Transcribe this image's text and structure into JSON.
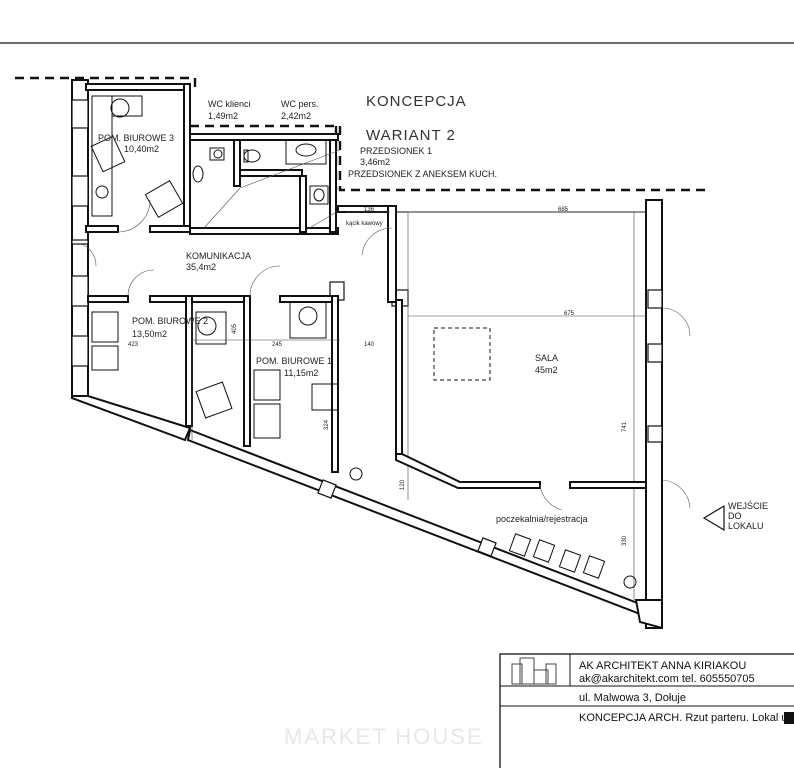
{
  "plan": {
    "title": "KONCEPCJA",
    "variant": "WARIANT  2",
    "rooms": {
      "office3": {
        "name": "POM. BIUROWE 3",
        "area": "10,40m2"
      },
      "wc_clients": {
        "name": "WC klienci",
        "area": "1,49m2"
      },
      "wc_staff": {
        "name": "WC pers.",
        "area": "2,42m2"
      },
      "vestibule": {
        "name": "PRZEDSIONEK 1",
        "area": "3,46m2"
      },
      "vestibule_kitchen": {
        "name": "PRZEDSIONEK Z ANEKSEM KUCH."
      },
      "coffee_corner": {
        "name": "kącik kawowy"
      },
      "corridor": {
        "name": "KOMUNIKACJA",
        "area": "35,4m2"
      },
      "office2": {
        "name": "POM. BIUROWE 2",
        "area": "13,50m2"
      },
      "office1": {
        "name": "POM. BIUROWE 1",
        "area": "11,15m2"
      },
      "hall": {
        "name": "SALA",
        "area": "45m2"
      },
      "waiting": {
        "name": "poczekalnia/rejestracja"
      }
    },
    "dimensions": {
      "d136": "136",
      "d685": "685",
      "d675": "675",
      "d423": "423",
      "d245": "245",
      "d140": "140",
      "d405": "405",
      "d324": "324",
      "d741": "741",
      "d330": "330",
      "d120": "120"
    },
    "entrance": {
      "line1": "WEJŚCIE",
      "line2": "DO",
      "line3": "LOKALU"
    }
  },
  "title_block": {
    "company": "AK ARCHITEKT ANNA KIRIAKOU",
    "contact": "ak@akarchitekt.com  tel. 605550705",
    "address": "ul. Malwowa 3, Dołuje",
    "project": "KONCEPCJA ARCH. Rzut parteru. Lokal u"
  },
  "watermark": "MARKET HOUSE"
}
